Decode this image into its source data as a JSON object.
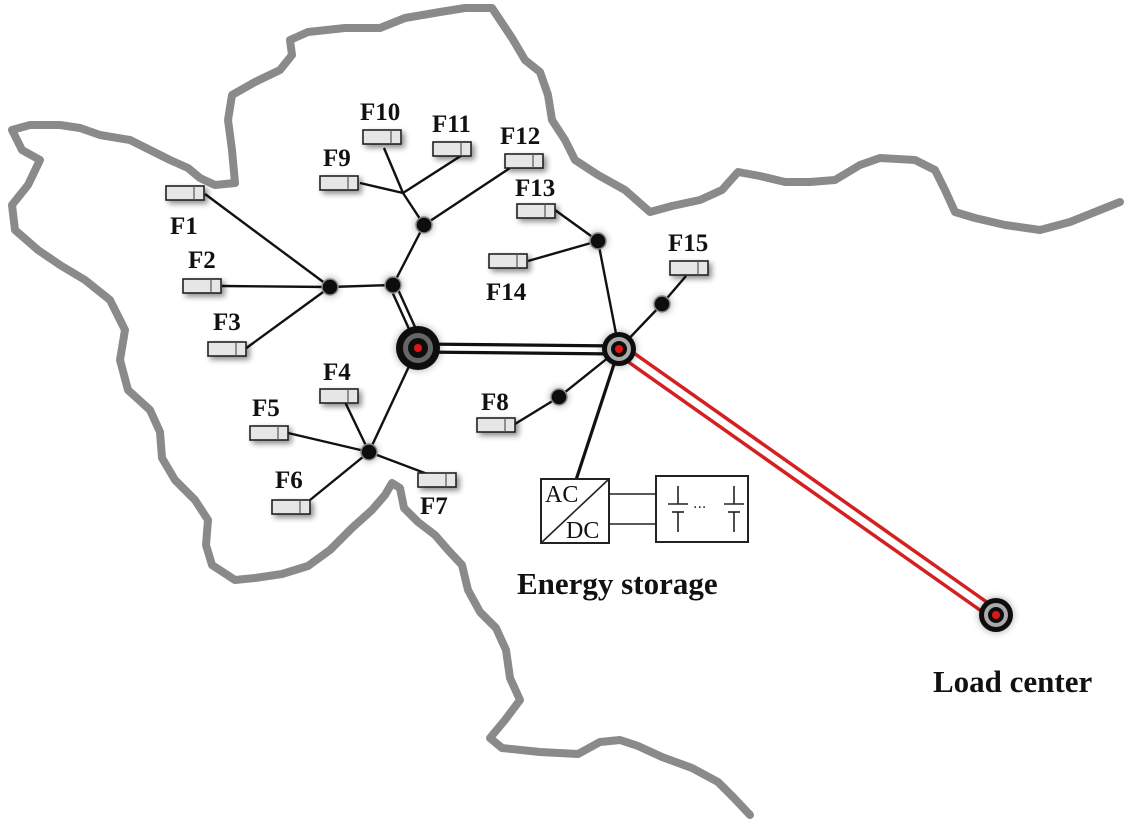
{
  "farms": [
    {
      "id": "F1",
      "label": "F1"
    },
    {
      "id": "F2",
      "label": "F2"
    },
    {
      "id": "F3",
      "label": "F3"
    },
    {
      "id": "F4",
      "label": "F4"
    },
    {
      "id": "F5",
      "label": "F5"
    },
    {
      "id": "F6",
      "label": "F6"
    },
    {
      "id": "F7",
      "label": "F7"
    },
    {
      "id": "F8",
      "label": "F8"
    },
    {
      "id": "F9",
      "label": "F9"
    },
    {
      "id": "F10",
      "label": "F10"
    },
    {
      "id": "F11",
      "label": "F11"
    },
    {
      "id": "F12",
      "label": "F12"
    },
    {
      "id": "F13",
      "label": "F13"
    },
    {
      "id": "F14",
      "label": "F14"
    },
    {
      "id": "F15",
      "label": "F15"
    }
  ],
  "energy_storage": {
    "label": "Energy storage",
    "converter_ac": "AC",
    "converter_dc": "DC"
  },
  "load_center": {
    "label": "Load center"
  },
  "colors": {
    "region_border": "#8a8a8a",
    "ac_lines": "#111111",
    "transmission_line": "#d42020",
    "node_center": "#e01818"
  }
}
